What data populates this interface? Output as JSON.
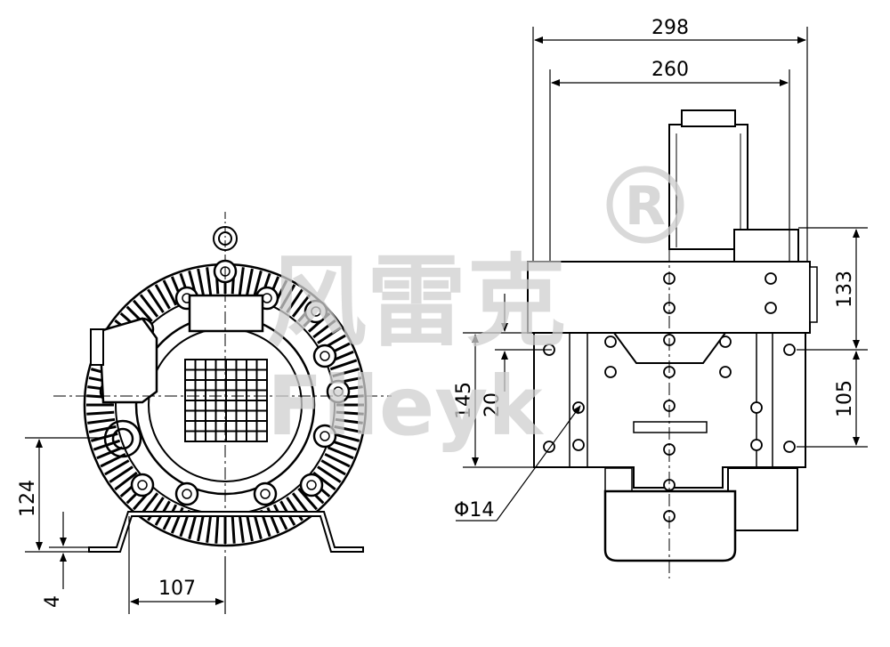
{
  "watermark": {
    "cn": "风雷克",
    "en": "Fileyk",
    "registered": "®"
  },
  "dimensions": {
    "width_overall": "298",
    "width_inner": "260",
    "height_top": "133",
    "height_bottom": "105",
    "height_145": "145",
    "height_20": "20",
    "hole_diameter": "Φ14",
    "center_height": "124",
    "foot_thickness": "4",
    "foot_offset": "107"
  }
}
